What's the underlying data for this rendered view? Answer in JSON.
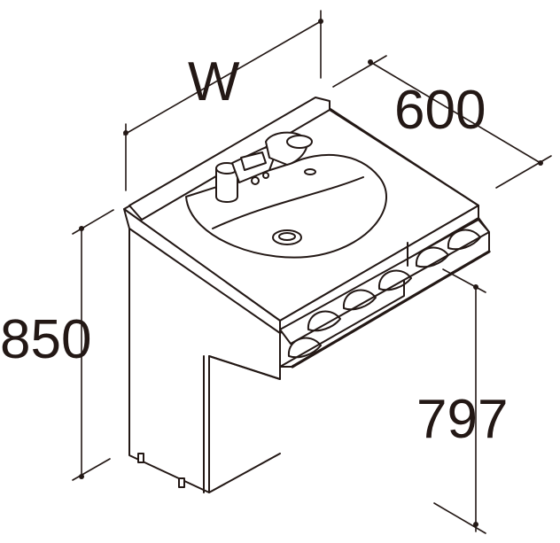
{
  "dimensions": {
    "width_label": "W",
    "depth_label": "600",
    "height_label": "850",
    "counter_height_label": "797"
  },
  "colors": {
    "line": "#231815",
    "background": "#ffffff"
  },
  "icons": [
    "vanity-cabinet-icon",
    "faucet-icon",
    "basin-icon",
    "drain-icon",
    "towel-rack-icon"
  ]
}
